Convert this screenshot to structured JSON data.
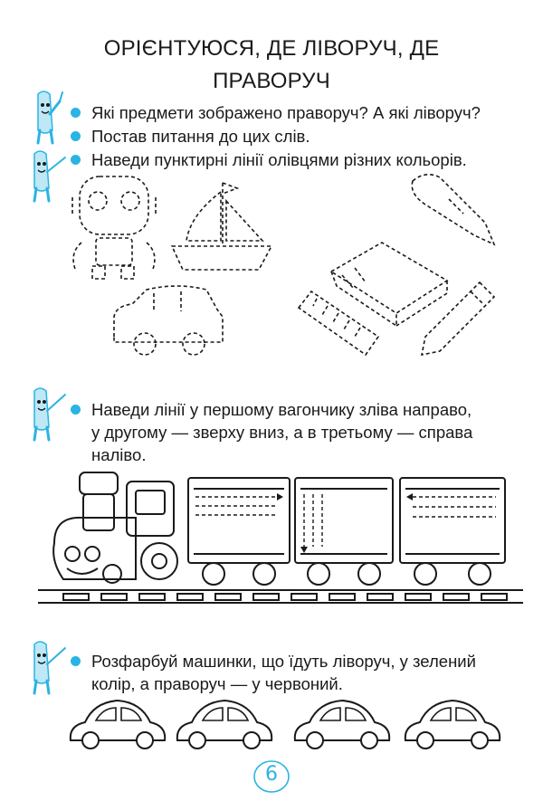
{
  "title": {
    "line1": "ОРІЄНТУЮСЯ, ДЕ ЛІВОРУЧ, ДЕ",
    "line2": "ПРАВОРУЧ"
  },
  "tasks": [
    {
      "lines": [
        "Які предмети зображено праворуч? А які ліворуч?"
      ]
    },
    {
      "lines": [
        "Постав питання до цих слів."
      ]
    },
    {
      "lines": [
        "Наведи пунктирні лінії олівцями різних кольорів."
      ]
    },
    {
      "lines": [
        "Наведи лінії у першому вагончику зліва направо,",
        "у другому — зверху вниз, а в третьому — справа",
        "наліво."
      ]
    },
    {
      "lines": [
        "Розфарбуй машинки, що їдуть ліворуч, у зелений",
        "колір, а праворуч — у червоний."
      ]
    }
  ],
  "page_number": "6",
  "colors": {
    "accent": "#2ab4e2",
    "ink": "#1a1a1a"
  },
  "icons": {
    "mascot": "pencil-mascot-icon",
    "bullet": "blue-dot-icon"
  }
}
